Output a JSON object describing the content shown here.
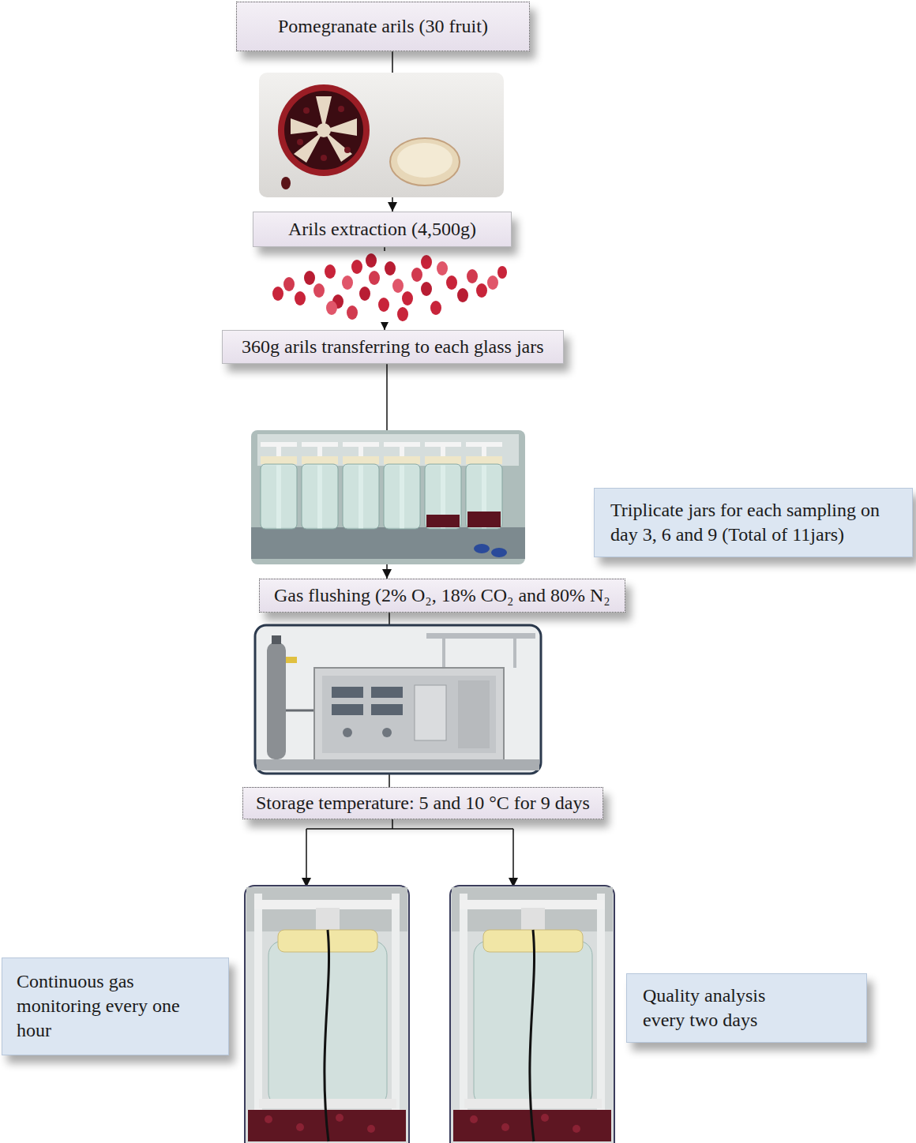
{
  "diagram": {
    "nodes": [
      {
        "text": [
          "Pomegranate arils (30 fruit)"
        ]
      },
      {
        "text": [
          "Arils extraction (4,500g)"
        ]
      },
      {
        "text": [
          "360g arils transferring to each glass jars"
        ]
      },
      {
        "text": [
          "Triplicate jars for each sampling on day 3, 6 and 9 (Total of 11jars)"
        ]
      },
      {
        "text": [
          "Gas flushing (2% O₂, 18% CO₂ and 80% N₂"
        ]
      },
      {
        "text": [
          "Storage temperature: 5 and 10 °C for 9 days"
        ]
      },
      {
        "text": [
          "Continuous gas monitoring every one hour"
        ]
      },
      {
        "text": [
          "Quality analysis every two days"
        ]
      }
    ],
    "edges": [
      {
        "from": 0,
        "to": 1,
        "arrow": "to"
      },
      {
        "from": 1,
        "to": 2,
        "arrow": "to"
      },
      {
        "from": 2,
        "to": 4,
        "arrow": "to"
      },
      {
        "from": 4,
        "to": 5,
        "arrow": "none"
      }
    ]
  }
}
